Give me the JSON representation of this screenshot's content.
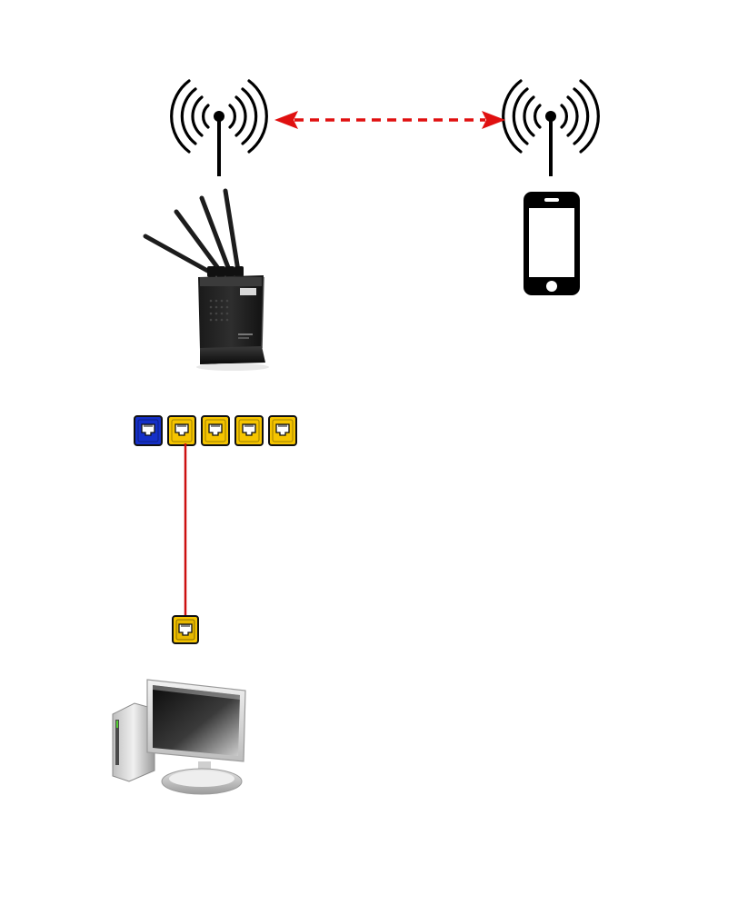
{
  "diagram": {
    "nodes": [
      {
        "id": "router",
        "icon": "wireless-router-icon"
      },
      {
        "id": "phone",
        "icon": "smartphone-icon"
      },
      {
        "id": "computer",
        "icon": "desktop-computer-icon"
      }
    ],
    "router_ports": [
      {
        "type": "wan",
        "color": "#1530c8"
      },
      {
        "type": "lan",
        "color": "#f5c400"
      },
      {
        "type": "lan",
        "color": "#f5c400"
      },
      {
        "type": "lan",
        "color": "#f5c400"
      },
      {
        "type": "lan",
        "color": "#f5c400"
      }
    ],
    "links": [
      {
        "from": "router",
        "to": "phone",
        "kind": "wireless",
        "style": "dashed-double-arrow",
        "color": "#e01010"
      },
      {
        "from": "router-lan-port-1",
        "to": "computer",
        "kind": "ethernet-cable",
        "color": "#cc1010"
      }
    ],
    "colors": {
      "wan_port": "#1530c8",
      "lan_port": "#f5c400",
      "link": "#e01010"
    }
  }
}
